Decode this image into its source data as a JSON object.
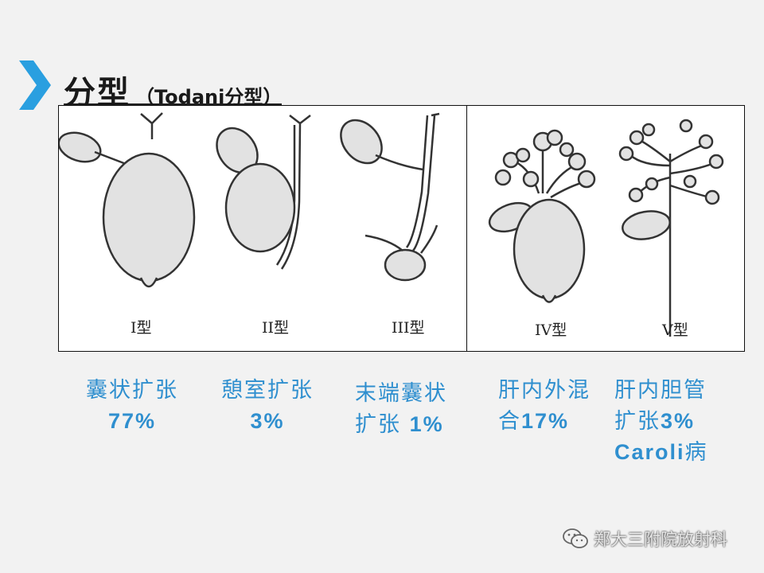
{
  "slide": {
    "title": "分型",
    "subtitle": "（Todani分型）"
  },
  "diagrams": {
    "labels": [
      "I型",
      "II型",
      "III型",
      "IV型",
      "V型"
    ]
  },
  "captions": [
    {
      "line1": "囊状扩张",
      "line2": "77%"
    },
    {
      "line1": "憩室扩张",
      "line2": "3%"
    },
    {
      "line1": "末端囊状",
      "line2a": "扩张 ",
      "line2b": "1%"
    },
    {
      "line1": "肝内外混",
      "line2a": "合",
      "line2b": "17%"
    },
    {
      "line1": "肝内胆管",
      "line2a": "扩张",
      "line2b": "3%",
      "line3a": "Caroli",
      "line3b": "病"
    }
  ],
  "watermark": {
    "text": "郑大三附院放射科",
    "icon": "wechat-icon"
  },
  "colors": {
    "caption": "#2f8fcf",
    "chevron": "#2a9fe0",
    "organ_fill": "#e2e2e2",
    "outline": "#333333"
  }
}
